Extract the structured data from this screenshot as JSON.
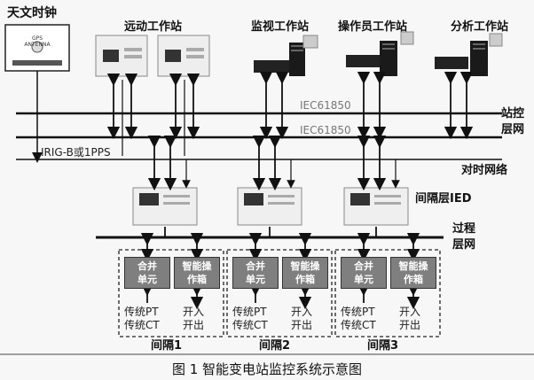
{
  "labels": {
    "astro_clock": "天文时钟",
    "telecontrol": "远动工作站",
    "monitor": "监视工作站",
    "operator": "操作员工作站",
    "analysis": "分析工作站",
    "iec_top": "IEC61850",
    "iec_mid": "IEC61850",
    "station_bus_1": "站控",
    "station_bus_2": "层网",
    "irig": "IRIG-B或1PPS",
    "timing_net": "对时网络",
    "bay_ied": "间隔层IED",
    "process_1": "过程",
    "process_2": "层网",
    "gps_text": "GPS ANTENNA"
  },
  "bays": [
    {
      "name": "间隔1",
      "merge_1": "合并",
      "merge_2": "单元",
      "smart_1": "智能操",
      "smart_2": "作箱",
      "pt": "传统PT",
      "ct": "传统CT",
      "in": "开入",
      "out": "开出"
    },
    {
      "name": "间隔2",
      "merge_1": "合并",
      "merge_2": "单元",
      "smart_1": "智能操",
      "smart_2": "作箱",
      "pt": "传统PT",
      "ct": "传统CT",
      "in": "开入",
      "out": "开出"
    },
    {
      "name": "间隔3",
      "merge_1": "合并",
      "merge_2": "单元",
      "smart_1": "智能操",
      "smart_2": "作箱",
      "pt": "传统PT",
      "ct": "传统CT",
      "in": "开入",
      "out": "开出"
    }
  ],
  "caption": "图 1    智能变电站监控系统示意图"
}
